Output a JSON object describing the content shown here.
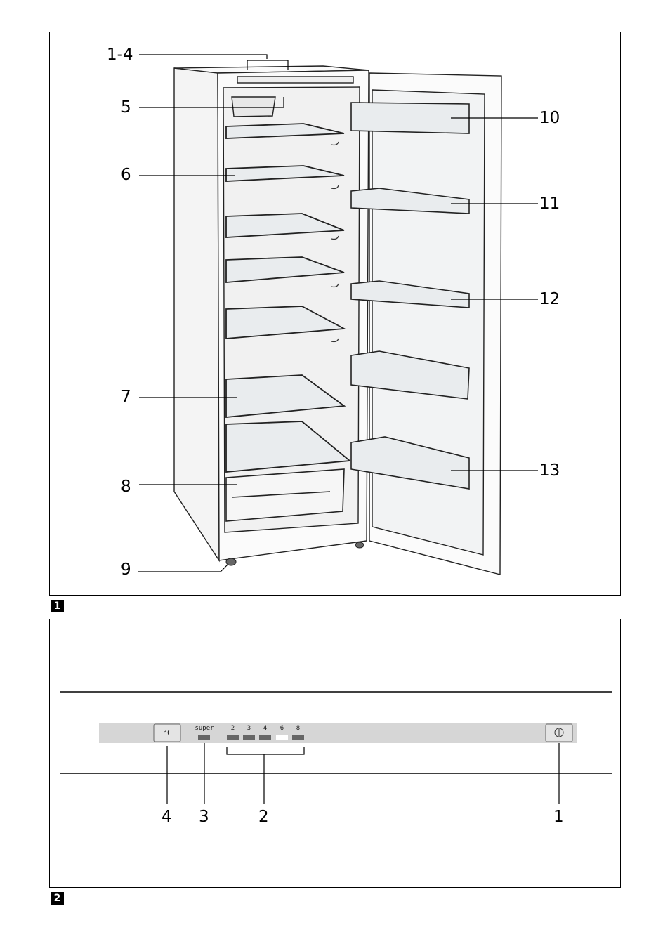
{
  "figure1": {
    "number": "1",
    "callouts": {
      "c1_4": "1-4",
      "c5": "5",
      "c6": "6",
      "c7": "7",
      "c8": "8",
      "c9": "9",
      "c10": "10",
      "c11": "11",
      "c12": "12",
      "c13": "13"
    }
  },
  "figure2": {
    "number": "2",
    "panel": {
      "temp_button": "°C",
      "super_label": "super",
      "temp_levels": [
        "2",
        "3",
        "4",
        "6",
        "8"
      ],
      "active_level": "6"
    },
    "callouts": {
      "c4": "4",
      "c3": "3",
      "c2": "2",
      "c1": "1"
    }
  }
}
